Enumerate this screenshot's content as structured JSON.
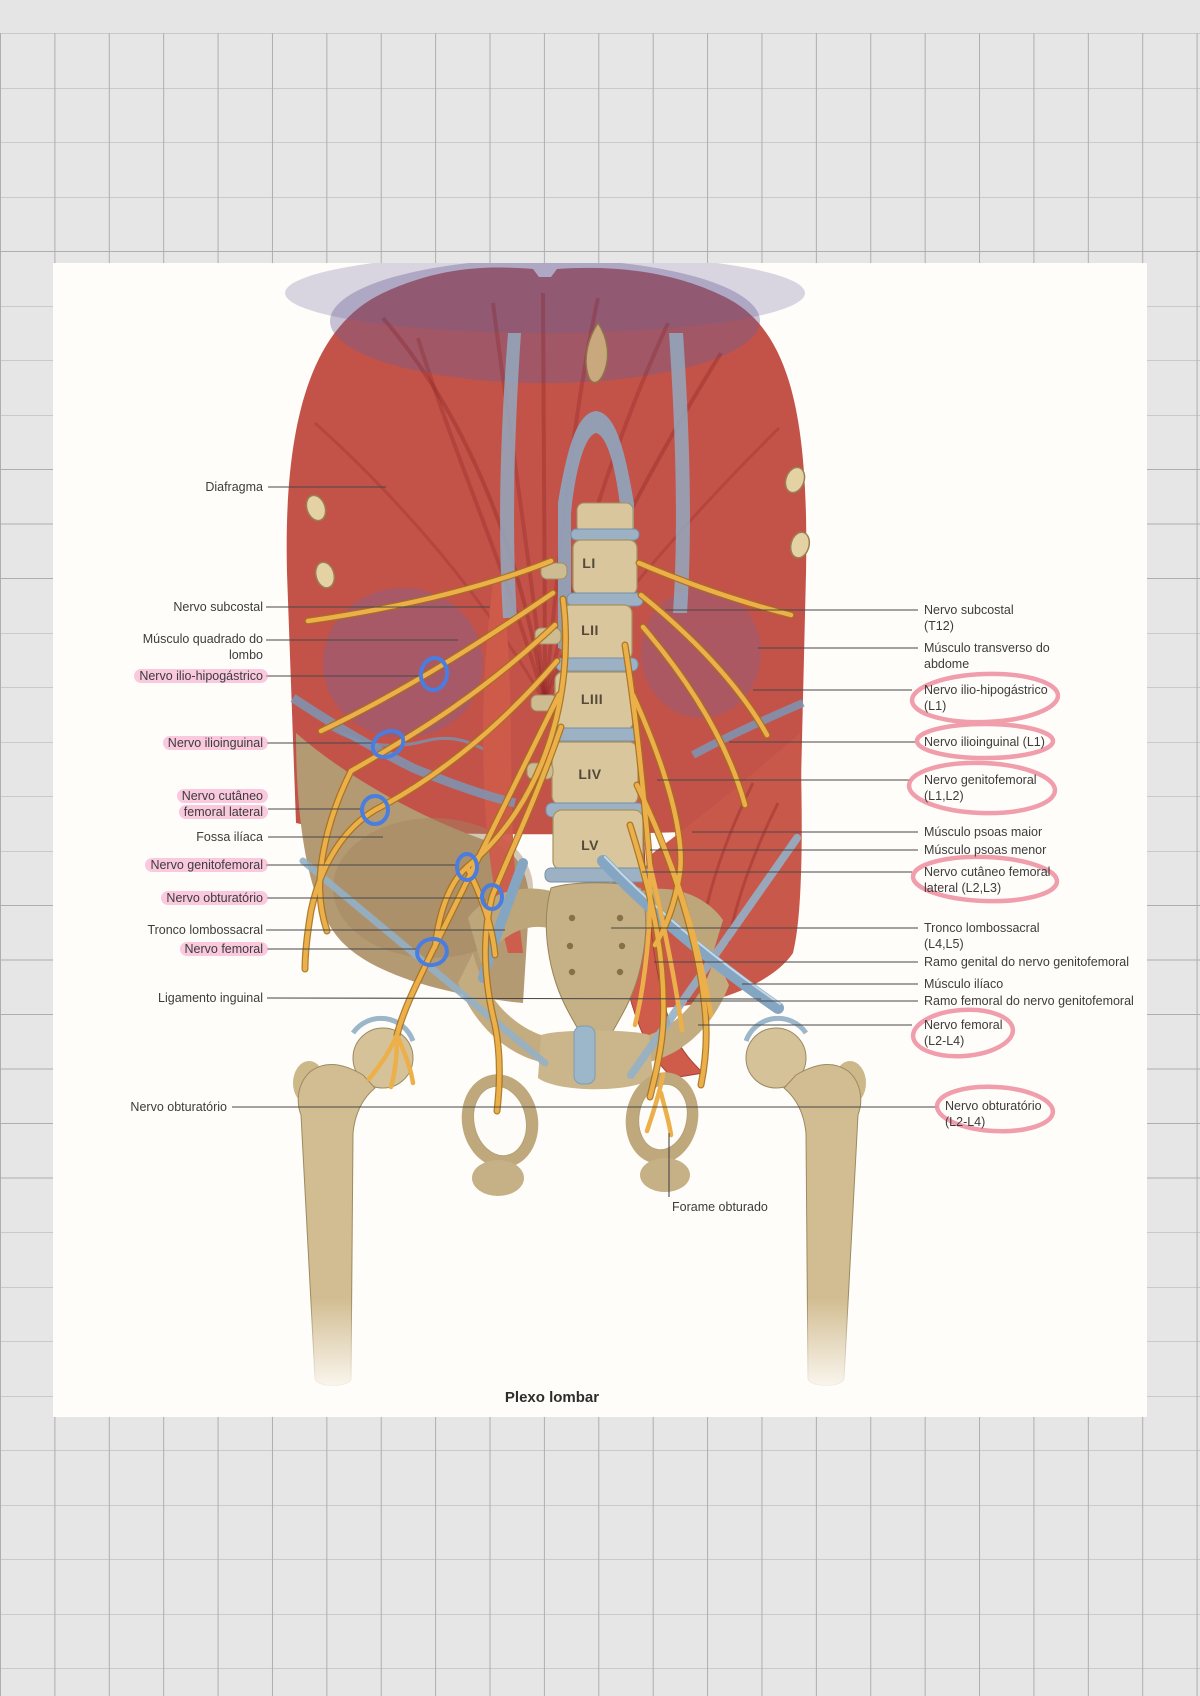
{
  "app": {
    "background": "grid-paper"
  },
  "page": {
    "caption": "Plexo lombar"
  },
  "figure": {
    "vertebrae": [
      "LI",
      "LII",
      "LIII",
      "LIV",
      "LV"
    ],
    "forame_label": "Forame obturado"
  },
  "left_labels": [
    {
      "text": "Diafragma",
      "highlighted": false
    },
    {
      "text": "Nervo subcostal",
      "highlighted": false
    },
    {
      "text": "Músculo quadrado do\nlombo",
      "highlighted": false
    },
    {
      "text": "Nervo ilio-hipogástrico",
      "highlighted": true
    },
    {
      "text": "Nervo ilioinguinal",
      "highlighted": true
    },
    {
      "text": "Nervo cutâneo\nfemoral lateral",
      "highlighted": true
    },
    {
      "text": "Fossa ilíaca",
      "highlighted": false
    },
    {
      "text": "Nervo genitofemoral",
      "highlighted": true
    },
    {
      "text": "Nervo obturatório",
      "highlighted": true
    },
    {
      "text": "Tronco lombossacral",
      "highlighted": false
    },
    {
      "text": "Nervo femoral",
      "highlighted": true
    },
    {
      "text": "Ligamento inguinal",
      "highlighted": false
    },
    {
      "text": "Nervo obturatório",
      "highlighted": false
    }
  ],
  "right_labels": [
    {
      "text": "Nervo subcostal\n(T12)",
      "circled": false
    },
    {
      "text": "Músculo transverso do\nabdome",
      "circled": false
    },
    {
      "text": "Nervo ilio-hipogástrico\n(L1)",
      "circled": true
    },
    {
      "text": "Nervo ilioinguinal (L1)",
      "circled": true
    },
    {
      "text": "Nervo genitofemoral\n(L1,L2)",
      "circled": true
    },
    {
      "text": "Músculo psoas maior",
      "circled": false
    },
    {
      "text": "Músculo psoas menor",
      "circled": false
    },
    {
      "text": "Nervo cutâneo femoral\nlateral (L2,L3)",
      "circled": true
    },
    {
      "text": "Tronco lombossacral\n(L4,L5)",
      "circled": false
    },
    {
      "text": "Ramo genital do nervo genitofemoral",
      "circled": false
    },
    {
      "text": "Músculo ilíaco",
      "circled": false
    },
    {
      "text": "Ramo femoral do nervo genitofemoral",
      "circled": false
    },
    {
      "text": "Nervo femoral\n(L2-L4)",
      "circled": true
    },
    {
      "text": "Nervo obturatório\n(L2-L4)",
      "circled": true
    }
  ],
  "annotations": {
    "highlight_color": "#f69ec8",
    "pink_circle_color": "#ef93a4",
    "blue_ring_color": "#4a7de0",
    "blue_rings_count": 6,
    "pink_circles_count": 6
  }
}
